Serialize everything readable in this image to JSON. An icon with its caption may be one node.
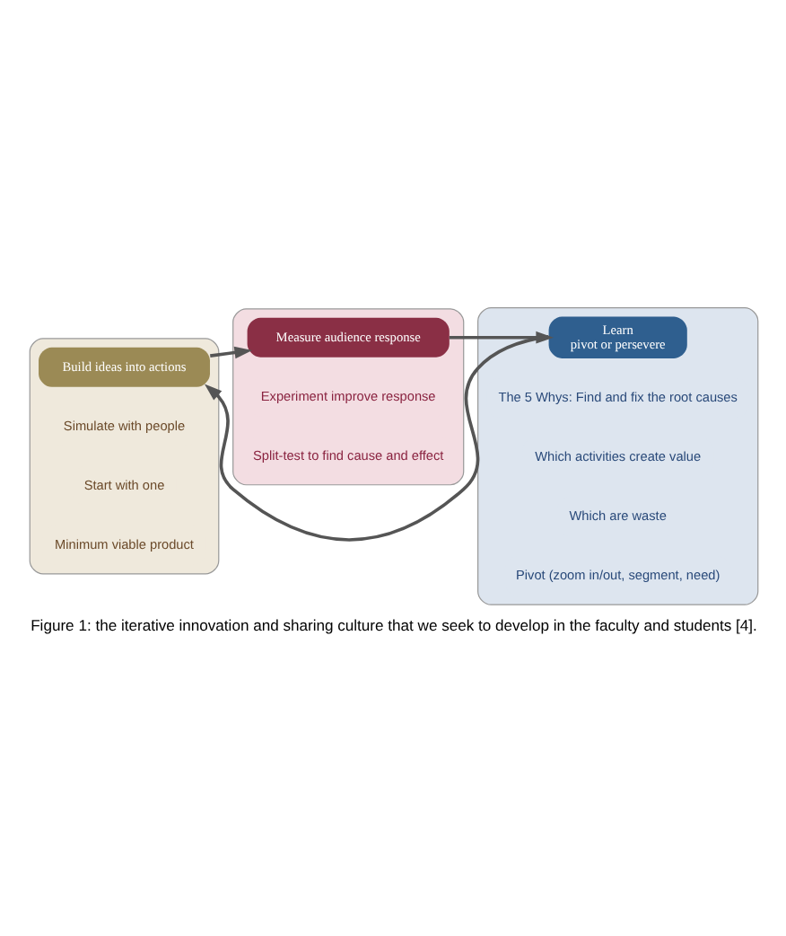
{
  "diagram": {
    "caption": "Figure 1: the iterative innovation and sharing culture that we seek to develop in the faculty and students [4].",
    "nodes": [
      {
        "text": [],
        "shape": "band"
      },
      {
        "text": [
          "Build ideas into actions"
        ],
        "in": 0
      },
      {
        "text": [
          "Simulate with people"
        ],
        "in": 0
      },
      {
        "text": [
          "Start with one"
        ],
        "in": 0
      },
      {
        "text": [
          "Minimum viable product"
        ],
        "in": 0
      },
      {
        "text": [],
        "shape": "band"
      },
      {
        "text": [
          "Measure audience response"
        ],
        "in": 5
      },
      {
        "text": [
          "Experiment improve response"
        ],
        "in": 5
      },
      {
        "text": [
          "Split-test to find cause and effect"
        ],
        "in": 5
      },
      {
        "text": [],
        "shape": "band"
      },
      {
        "text": [
          "Learn",
          "pivot or persevere"
        ],
        "in": 9
      },
      {
        "text": [
          "The 5 Whys: Find and fix the root causes"
        ],
        "in": 9
      },
      {
        "text": [
          "Which activities create value"
        ],
        "in": 9
      },
      {
        "text": [
          "Which are waste"
        ],
        "in": 9
      },
      {
        "text": [
          "Pivot (zoom in/out, segment, need)"
        ],
        "in": 9
      }
    ],
    "edges": [
      {
        "from": 1,
        "to": 6,
        "arrow": "to"
      },
      {
        "from": 6,
        "to": 10,
        "arrow": "to"
      },
      {
        "from": 10,
        "to": 1,
        "arrow": "to"
      }
    ]
  }
}
